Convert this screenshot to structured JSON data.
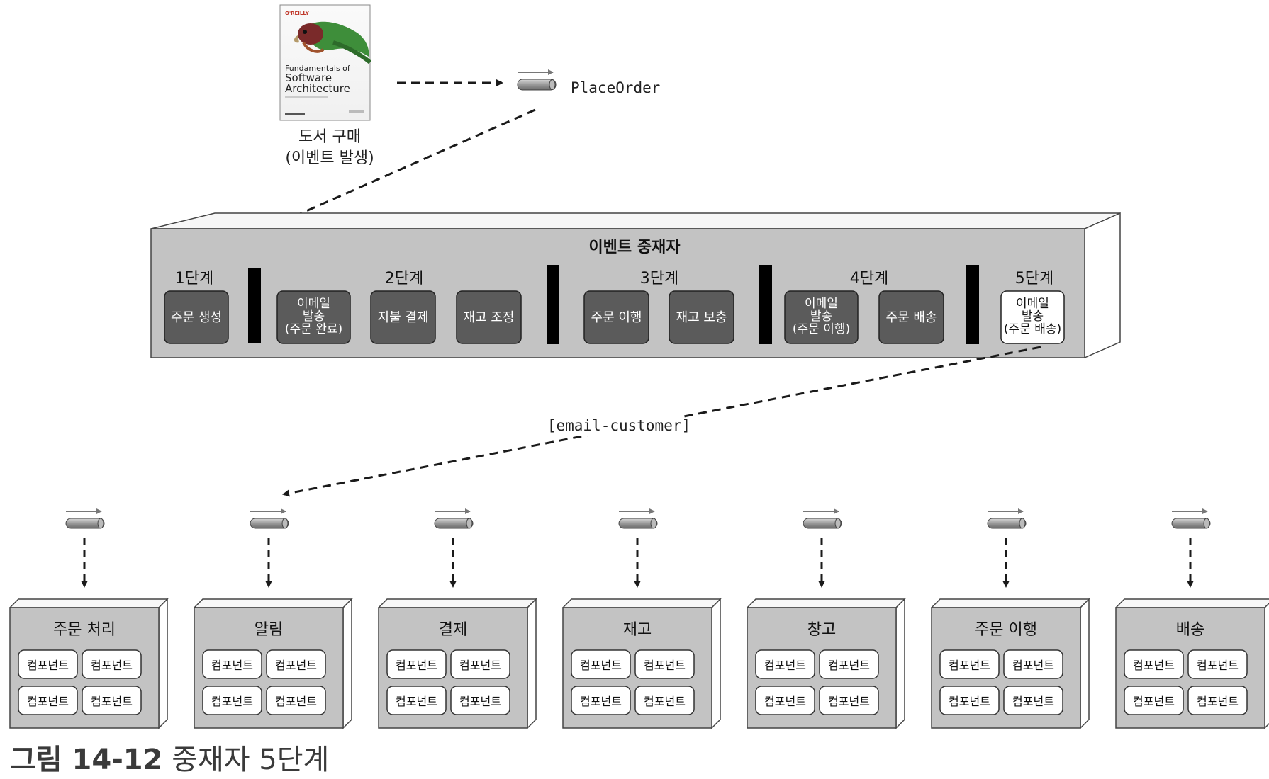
{
  "book": {
    "publisher": "O'REILLY",
    "title_line1": "Fundamentals of",
    "title_line2": "Software",
    "title_line3": "Architecture",
    "caption_line1": "도서 구매",
    "caption_line2": "(이벤트 발생)"
  },
  "trigger_event": "PlaceOrder",
  "mediator": {
    "title": "이벤트 중재자",
    "steps": [
      {
        "label": "1단계",
        "tasks": [
          "주문 생성"
        ]
      },
      {
        "label": "2단계",
        "tasks": [
          "이메일\n발송\n(주문 완료)",
          "지불 결제",
          "재고 조정"
        ]
      },
      {
        "label": "3단계",
        "tasks": [
          "주문 이행",
          "재고 보충"
        ]
      },
      {
        "label": "4단계",
        "tasks": [
          "이메일\n발송\n(주문 이행)",
          "주문 배송"
        ]
      },
      {
        "label": "5단계",
        "tasks": [
          "이메일\n발송\n(주문 배송)"
        ]
      }
    ],
    "active_task": "이메일\n발송\n(주문 배송)"
  },
  "dispatched_event": "[email-customer]",
  "processors": [
    {
      "name": "주문 처리",
      "components": [
        "컴포넌트",
        "컴포넌트",
        "컴포넌트",
        "컴포넌트"
      ]
    },
    {
      "name": "알림",
      "components": [
        "컴포넌트",
        "컴포넌트",
        "컴포넌트",
        "컴포넌트"
      ]
    },
    {
      "name": "결제",
      "components": [
        "컴포넌트",
        "컴포넌트",
        "컴포넌트",
        "컴포넌트"
      ]
    },
    {
      "name": "재고",
      "components": [
        "컴포넌트",
        "컴포넌트",
        "컴포넌트",
        "컴포넌트"
      ]
    },
    {
      "name": "창고",
      "components": [
        "컴포넌트",
        "컴포넌트",
        "컴포넌트",
        "컴포넌트"
      ]
    },
    {
      "name": "주문 이행",
      "components": [
        "컴포넌트",
        "컴포넌트",
        "컴포넌트",
        "컴포넌트"
      ]
    },
    {
      "name": "배송",
      "components": [
        "컴포넌트",
        "컴포넌트",
        "컴포넌트",
        "컴포넌트"
      ]
    }
  ],
  "figure_caption": {
    "number": "그림 14-12",
    "title": "중재자 5단계"
  },
  "colors": {
    "task_box": "#5b5b5b",
    "active_task_box": "#ffffff",
    "mediator_body": "#c3c3c3",
    "processor_body": "#c3c3c3",
    "stage_divider": "#000000"
  }
}
